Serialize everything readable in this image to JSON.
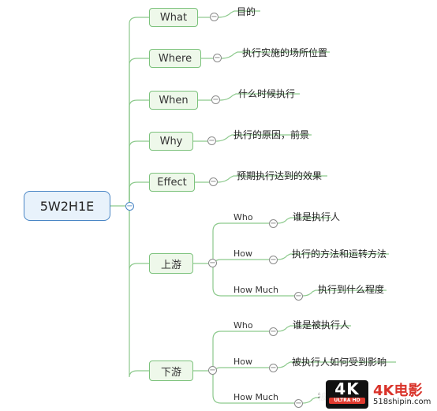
{
  "root": "5W2H1E",
  "branches": [
    {
      "label": "What",
      "desc": "目的"
    },
    {
      "label": "Where",
      "desc": "执行实施的场所位置"
    },
    {
      "label": "When",
      "desc": "什么时候执行"
    },
    {
      "label": "Why",
      "desc": "执行的原因，前景"
    },
    {
      "label": "Effect",
      "desc": "预期执行达到的效果"
    }
  ],
  "upstream": {
    "label": "上游",
    "items": [
      {
        "label": "Who",
        "desc": "谁是执行人"
      },
      {
        "label": "How",
        "desc": "执行的方法和运转方法"
      },
      {
        "label": "How Much",
        "desc": "执行到什么程度"
      }
    ]
  },
  "downstream": {
    "label": "下游",
    "items": [
      {
        "label": "Who",
        "desc": "谁是被执行人"
      },
      {
        "label": "How",
        "desc": "被执行人如何受到影响"
      },
      {
        "label": "How Much",
        "desc": "被"
      }
    ]
  },
  "collapse_symbol": "−",
  "watermark": {
    "logo_big": "4K",
    "logo_small": "ULTRA HD",
    "title": "4K电影",
    "url": "518shipin.com"
  },
  "colors": {
    "connector": "#8cc98c",
    "node_border": "#7cc27c",
    "root_border": "#4a86c5",
    "node_fill": "#eef8ea",
    "root_fill": "#e8f2fb"
  }
}
